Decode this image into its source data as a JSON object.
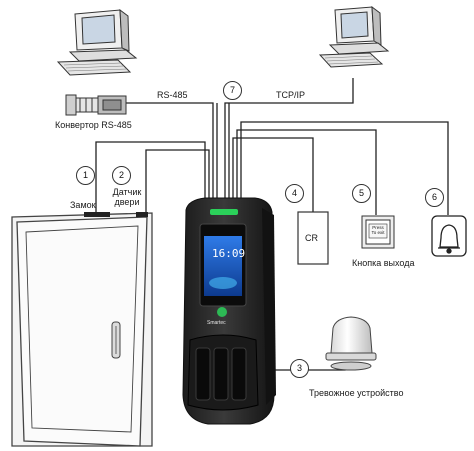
{
  "labels": {
    "rs485_line": "RS-485",
    "tcpip_line": "TCP/IP",
    "converter": "Конвертор RS-485",
    "lock": "Замок",
    "door_sensor_line1": "Датчик",
    "door_sensor_line2": "двери",
    "card_reader": "CR",
    "exit_button": "Кнопка выхода",
    "exit_button_plate": "Press To exit",
    "alarm": "Тревожное устройство",
    "device_brand": "Smartec",
    "screen_time": "16:09"
  },
  "markers": [
    "1",
    "2",
    "3",
    "4",
    "5",
    "6",
    "7"
  ],
  "colors": {
    "line": "#222222",
    "device_body": "#2b2b2b",
    "screen": "#1e5bc4",
    "led": "#2bd15a"
  }
}
